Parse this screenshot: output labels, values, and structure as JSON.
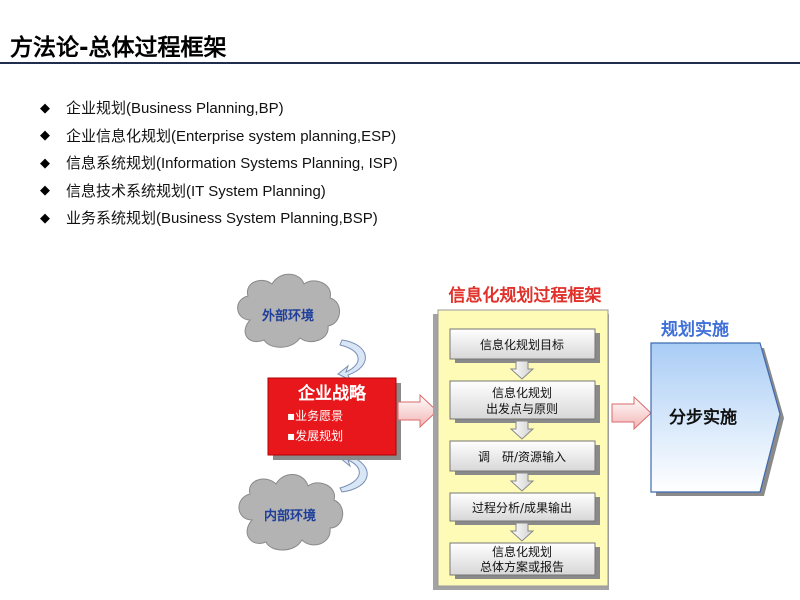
{
  "title": "方法论-总体过程框架",
  "bullets": [
    "企业规划(Business Planning,BP)",
    "企业信息化规划(Enterprise system planning,ESP)",
    "信息系统规划(Information Systems Planning, ISP)",
    "信息技术系统规划(IT System Planning)",
    "业务系统规划(Business System Planning,BSP)"
  ],
  "diagram": {
    "external_env": "外部环境",
    "internal_env": "内部环境",
    "strategy": {
      "title": "企业战略",
      "items": [
        "▪业务愿景",
        "▪发展规划"
      ]
    },
    "framework_title": "信息化规划过程框架",
    "steps": [
      [
        "信息化规划目标"
      ],
      [
        "信息化规划",
        "出发点与原则"
      ],
      [
        "调　研/资源输入"
      ],
      [
        "过程分析/成果输出"
      ],
      [
        "信息化规划",
        "总体方案或报告"
      ]
    ],
    "implementation_title": "规划实施",
    "implementation_label": "分步实施"
  },
  "colors": {
    "title_rule": "#1f2d4f",
    "strategy_red": "#e8171b",
    "framework_title": "#e0322a",
    "framework_bg": "#fdfbb5",
    "implementation_title": "#3f6fd8",
    "cloud": "#b3b3b3",
    "cloud_text": "#1f3f9a"
  }
}
